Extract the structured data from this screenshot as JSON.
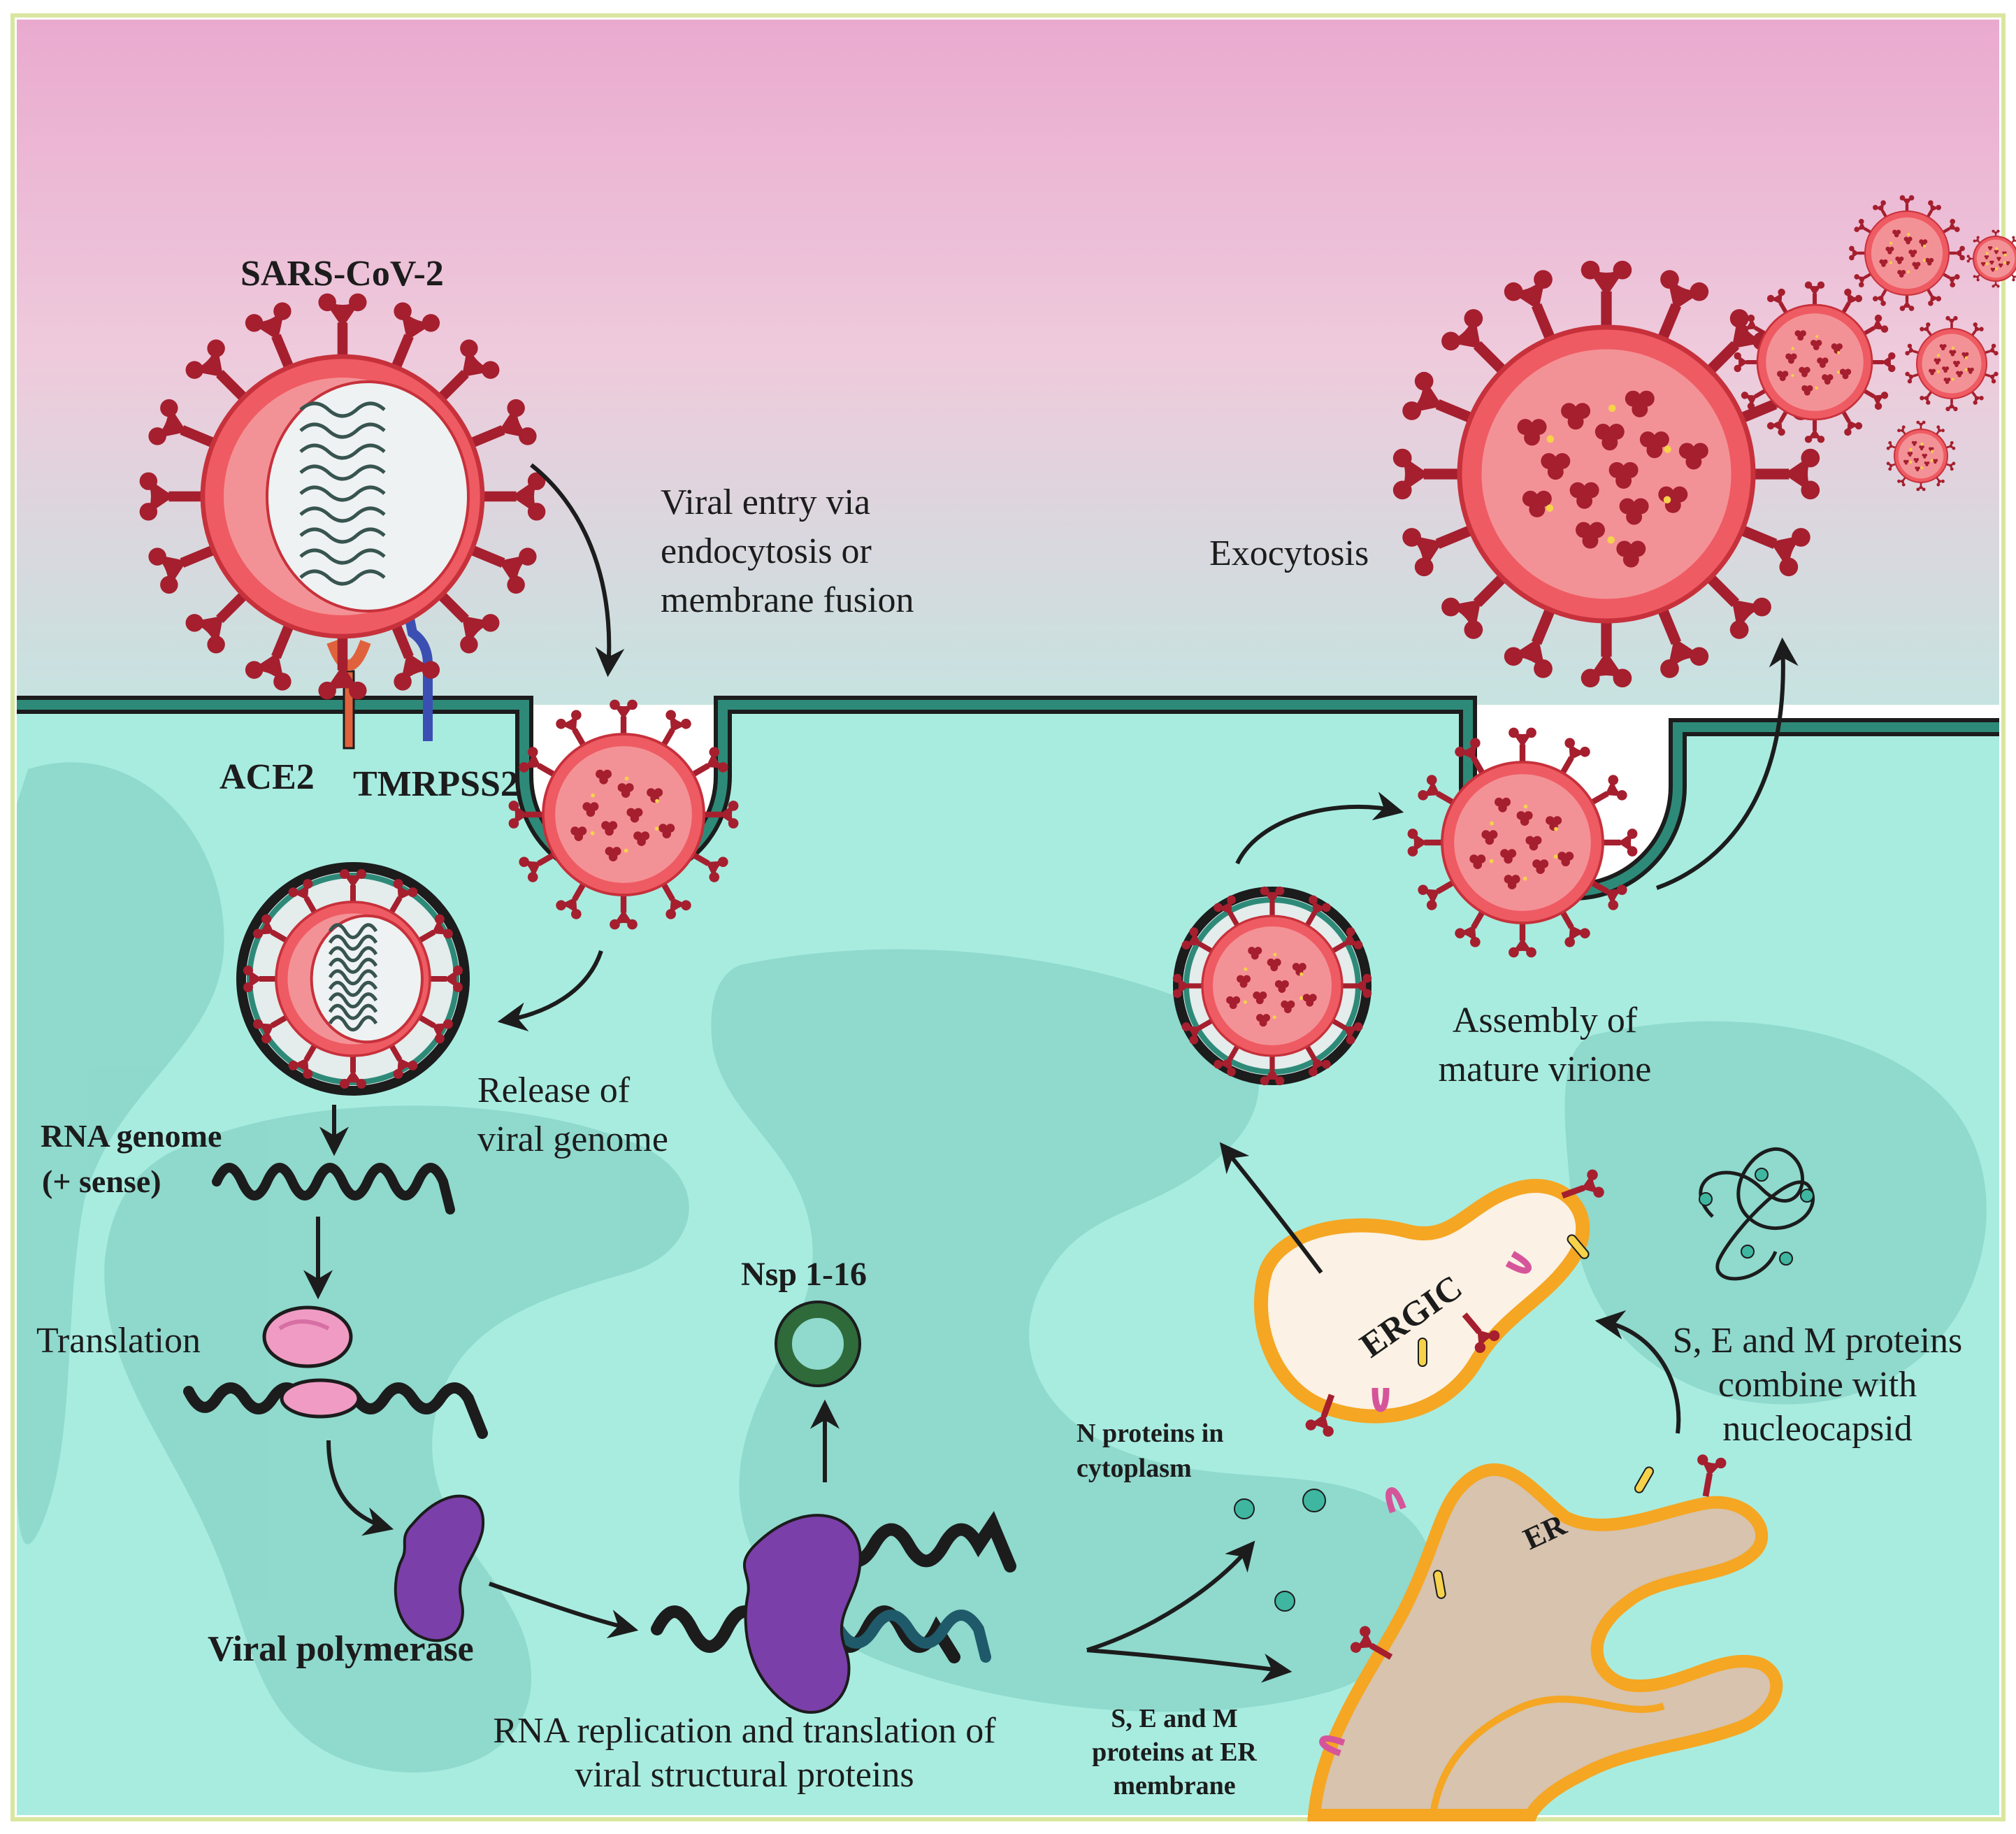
{
  "colors": {
    "extracellular_top": "#e9afd0",
    "extracellular_bottom": "#c8e4e1",
    "cytoplasm": "#a8ece0",
    "cytoplasm_dark": "#7fcdbf",
    "membrane": "#2e8a78",
    "virus_envelope": "#ef5b63",
    "spike": "#a51f2e",
    "polymerase": "#7a3fa8",
    "ribosome": "#f09bc3",
    "nsp_ring": "#2f6a3a",
    "er_fill": "#d7c3ae",
    "er_outline": "#f5a623",
    "ergic_fill": "#fbf1e4"
  },
  "labels": {
    "sars_cov_2": "SARS-CoV-2",
    "ace2": "ACE2",
    "tmprss2": "TMRPSS2",
    "viral_entry": [
      "Viral entry via",
      "endocytosis or",
      "membrane fusion"
    ],
    "exocytosis": "Exocytosis",
    "release_genome": [
      "Release of",
      "viral genome"
    ],
    "rna_genome": [
      "RNA genome",
      "(+ sense)"
    ],
    "translation": "Translation",
    "viral_polymerase": "Viral polymerase",
    "nsp": "Nsp 1-16",
    "rna_replication": [
      "RNA replication and translation of",
      "viral structural proteins"
    ],
    "n_proteins": [
      "N proteins in",
      "cytoplasm"
    ],
    "sem_er": [
      "S, E and M",
      "proteins at ER",
      "membrane"
    ],
    "ergic": "ERGIC",
    "er": "ER",
    "sem_combine": [
      "S, E and M proteins",
      "combine with",
      "nucleocapsid"
    ],
    "assembly": [
      "Assembly of",
      "mature virione"
    ]
  }
}
